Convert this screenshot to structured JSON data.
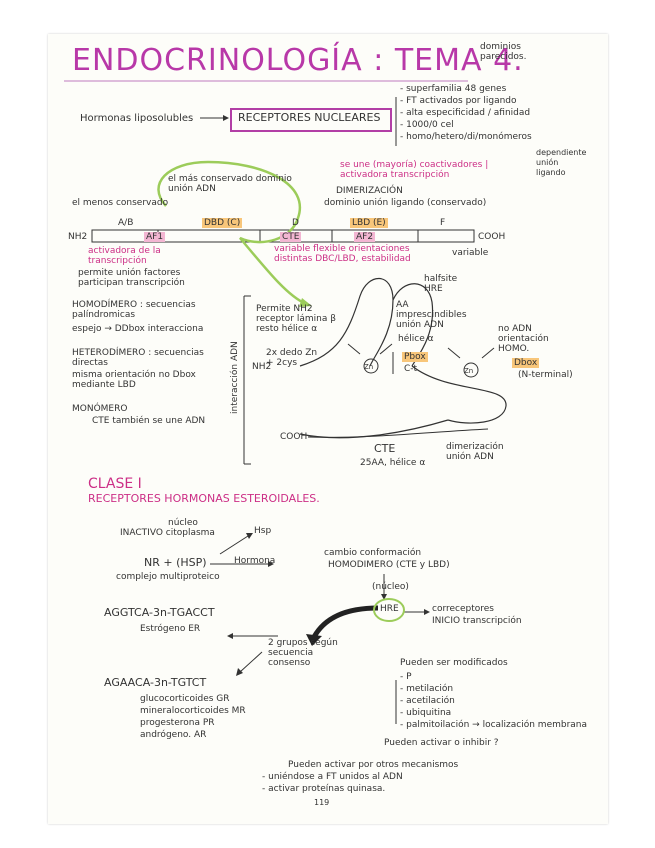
{
  "title": "ENDOCRINOLOGÍA : TEMA 4.",
  "top_note": "dominios parecidos.",
  "intro": {
    "hormones": "Hormonas liposolubles",
    "receptors": "RECEPTORES NUCLEARES",
    "bullets": [
      "- superfamilia 48 genes",
      "- FT activados por ligando",
      "- alta especificidad / afinidad",
      "- 1000/0 cel",
      "- homo/hetero/di/monómeros"
    ]
  },
  "structure": {
    "dbd_note": "el más conservado dominio unión ADN",
    "coact_note": "se une (mayoría) coactivadores | activadora transcripción",
    "dependiente_note": "dependiente unión ligando",
    "dimerization": "DIMERIZACIÓN",
    "lbd_note": "dominio unión ligando (conservado)",
    "least_conserved": "el menos conservado",
    "domains": [
      "A/B",
      "DBD (C)",
      "D",
      "LBD (E)",
      "F"
    ],
    "nh2": "NH2",
    "cooh": "COOH",
    "af1": "AF1",
    "cte": "CTE",
    "af2": "AF2",
    "af1_note": "activadora de la transcripción",
    "af1_note2": "permite unión factores participan transcripción",
    "variable": "variable",
    "d_note": "variable flexible orientaciones distintas DBC/LBD, estabilidad"
  },
  "dna_binding": {
    "homodimero": "HOMODÍMERO : secuencias palíndromicas",
    "espejo": "espejo → DDbox interacciona",
    "heterodimero": "HETERODÍMERO : secuencias directas",
    "misma": "misma orientación no Dbox mediante LBD",
    "monomero": "MONÓMERO",
    "cte_mono": "CTE también se une ADN",
    "interaccion": "interacción ADN",
    "permite": "Permite NH2 receptor lámina β resto hélice α",
    "zinc": "2x dedo Zn + 2cys",
    "halfsite": "halfsite HRE",
    "aa": "AA imprescindibles unión ADN",
    "helice": "hélice α",
    "pbox": "Pbox",
    "ct": "C-t",
    "no_adn": "no ADN orientación HOMO.",
    "dbox": "Dbox",
    "nterminal": "(N-terminal)",
    "zn": "Zn",
    "nh2": "NH2",
    "cooh": "COOH",
    "cte2": "CTE",
    "cte2_detail": "25AA, hélice α",
    "dimer_union": "dimerización unión ADN"
  },
  "clase": {
    "title": "CLASE I",
    "subtitle": "RECEPTORES HORMONAS ESTEROIDALES.",
    "nucleo": "núcleo",
    "inactivo": "INACTIVO citoplasma",
    "hsp": "Hsp",
    "nr_hsp": "NR + (HSP)",
    "complejo": "complejo multiproteico",
    "hormona": "Hormona",
    "cambio": "cambio conformación",
    "homodimero": "HOMODIMERO (CTE y LBD)",
    "nucleo2": "(núcleo)",
    "hre": "HRE",
    "corec": "correceptores",
    "inicio": "INICIO transcripción",
    "seq1": "AGGTCA-3n-TGACCT",
    "estrogeno": "Estrógeno ER",
    "grupos": "2 grupos según secuencia consenso",
    "seq2": "AGAACA-3n-TGTCT",
    "gluco": "glucocorticoides GR",
    "mineral": "mineralocorticoides MR",
    "proges": "progesterona PR",
    "andro": "andrógeno. AR",
    "modificados": "Pueden ser modificados",
    "mods": [
      "- P",
      "- metilación",
      "- acetilación",
      "- ubiquitina",
      "- palmitoilación → localización membrana"
    ],
    "activar": "Pueden activar o inhibir ?",
    "otros": "Pueden activar por otros mecanismos",
    "uniendose": "- uniéndose a FT unidos al ADN",
    "proteinas": "- activar proteínas quinasa."
  },
  "page_number": "119"
}
